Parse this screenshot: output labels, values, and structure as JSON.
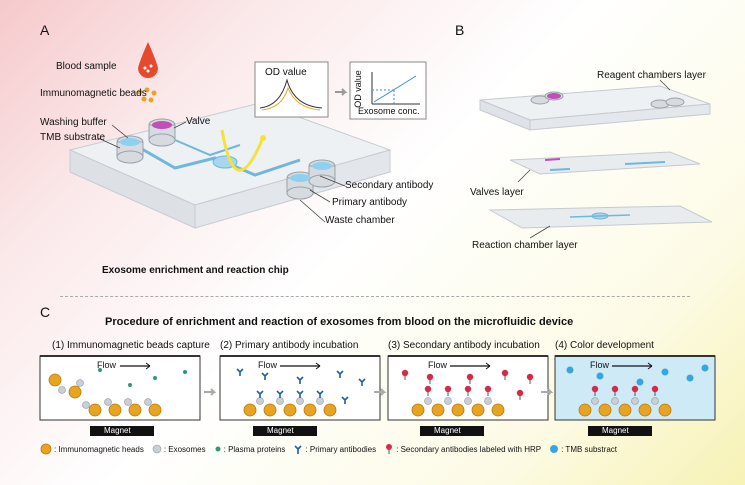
{
  "panels": {
    "a": "A",
    "b": "B",
    "c": "C"
  },
  "panel_a": {
    "labels": {
      "blood_sample": "Blood sample",
      "beads": "Immunomagnetic beads",
      "washing_buffer": "Washing buffer",
      "tmb_substrate": "TMB substrate",
      "valve": "Valve",
      "secondary_antibody": "Secondary antibody",
      "primary_antibody": "Primary antibody",
      "waste_chamber": "Waste chamber"
    },
    "caption": "Exosome enrichment and reaction chip",
    "od_curve": {
      "title": "OD value"
    },
    "od_plot": {
      "ylabel": "OD value",
      "xlabel": "Exosome conc."
    }
  },
  "panel_b": {
    "labels": {
      "reagent_layer": "Reagent chambers layer",
      "valves_layer": "Valves layer",
      "reaction_layer": "Reaction chamber layer"
    }
  },
  "panel_c": {
    "title": "Procedure of enrichment and reaction of exosomes from blood on the microfluidic device",
    "steps": [
      {
        "label": "(1) Immunomagnetic beads capture",
        "flow": "Flow",
        "magnet": "Magnet"
      },
      {
        "label": "(2) Primary antibody incubation",
        "flow": "Flow",
        "magnet": "Magnet"
      },
      {
        "label": "(3) Secondary antibody incubation",
        "flow": "Flow",
        "magnet": "Magnet"
      },
      {
        "label": "(4) Color development",
        "flow": "Flow",
        "magnet": "Magnet"
      }
    ],
    "legend": [
      {
        "icon": "bead-icon",
        "text": ": Immunomagnetic heads"
      },
      {
        "icon": "exosome-icon",
        "text": ": Exosomes"
      },
      {
        "icon": "plasma-protein-icon",
        "text": ": Plasma proteins"
      },
      {
        "icon": "primary-antibody-icon",
        "text": ": Primary antibodies"
      },
      {
        "icon": "secondary-antibody-icon",
        "text": ": Secondary antibodies labeled with HRP"
      },
      {
        "icon": "tmb-icon",
        "text": ": TMB substract"
      }
    ]
  },
  "colors": {
    "bead": "#e8a321",
    "exosome": "#c9cfd6",
    "plasma": "#2e9a73",
    "primary_ab": "#1f5fa8",
    "secondary_ab": "#d8294a",
    "tmb": "#35a7de",
    "valve": "#f2e23a"
  }
}
